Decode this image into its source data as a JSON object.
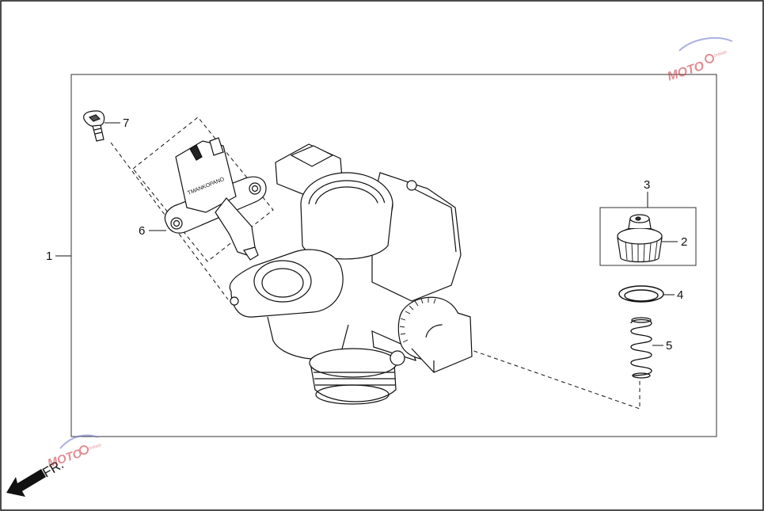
{
  "diagram": {
    "callouts": [
      {
        "id": "1",
        "text": "1"
      },
      {
        "id": "2",
        "text": "2"
      },
      {
        "id": "3",
        "text": "3"
      },
      {
        "id": "4",
        "text": "4"
      },
      {
        "id": "5",
        "text": "5"
      },
      {
        "id": "6",
        "text": "6"
      },
      {
        "id": "7",
        "text": "7"
      }
    ],
    "direction_label": "FR.",
    "sensor_marking": "TMANKOPANO",
    "watermark": {
      "logo": "MOTO",
      "tag": "Orbitals"
    },
    "colors": {
      "line": "#111111",
      "watermark_red": "#c8323c",
      "watermark_blue": "#6a72c8"
    }
  }
}
